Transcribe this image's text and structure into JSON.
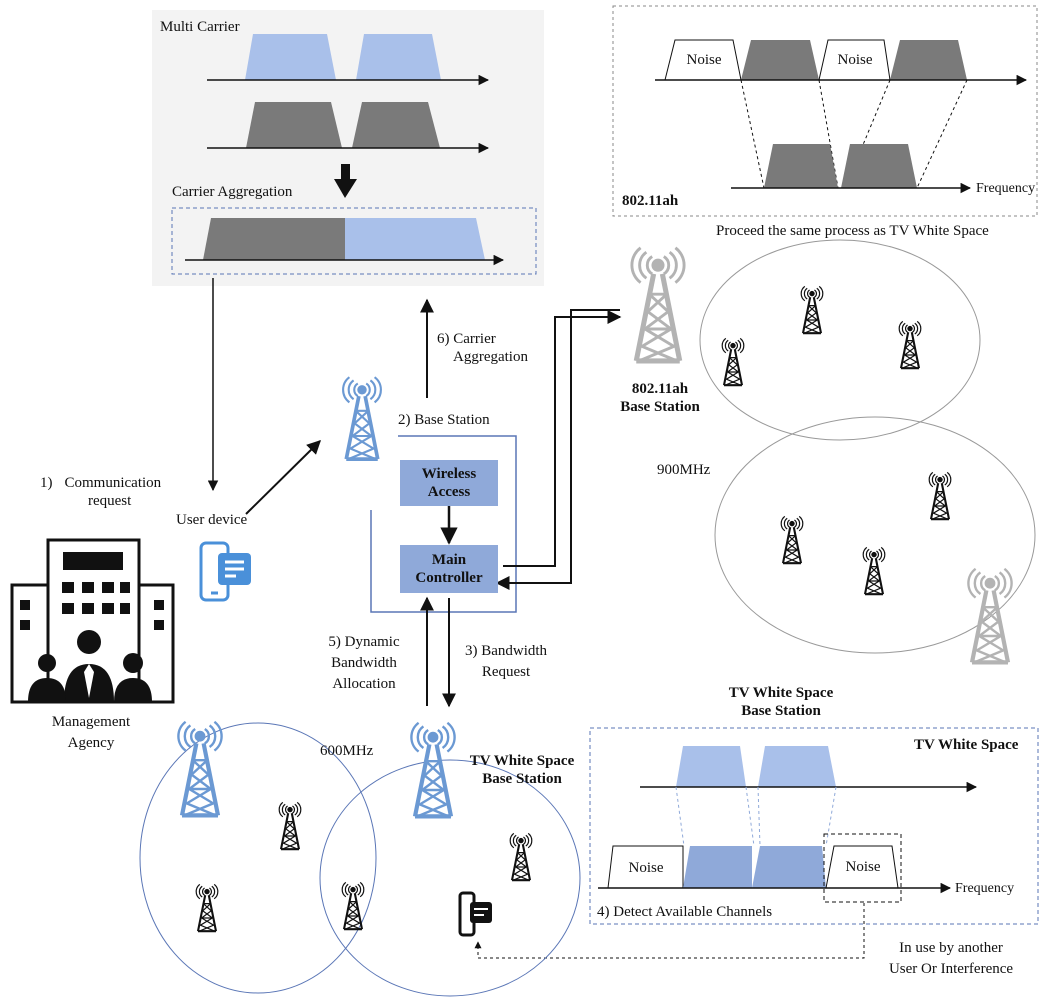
{
  "colors": {
    "blue": "#a9c0ea",
    "gray": "#7a7a7a",
    "accent": "#5a76b6",
    "ctrl": "#8fa9d9",
    "tower_gray": "#b3b3b3",
    "panel_bg": "#f3f3f3"
  },
  "carrier_panel": {
    "multi_carrier": "Multi Carrier",
    "carrier_aggregation": "Carrier Aggregation"
  },
  "ah_panel": {
    "title": "802.11ah",
    "noise_1": "Noise",
    "noise_2": "Noise",
    "frequency": "Frequency",
    "caption": "Proceed the same process as TV White Space"
  },
  "ah_station": {
    "label_line1": "802.11ah",
    "label_line2": "Base Station",
    "band": "900MHz"
  },
  "base_station": {
    "label": "2) Base Station",
    "wireless_line1": "Wireless",
    "wireless_line2": "Access",
    "main_line1": "Main",
    "main_line2": "Controller"
  },
  "steps": {
    "s1_num": "1)",
    "s1_line1": "Communication",
    "s1_line2": "request",
    "s3_line1": "3) Bandwidth",
    "s3_line2": "Request",
    "s4": "4) Detect Available Channels",
    "s5_line1": "5) Dynamic",
    "s5_line2": "Bandwidth",
    "s5_line3": "Allocation",
    "s6_line1": "6) Carrier",
    "s6_line2": "Aggregation"
  },
  "user_device": "User device",
  "agency": {
    "line1": "Management",
    "line2": "Agency"
  },
  "tvws_station": {
    "label_line1": "TV White Space",
    "label_line2": "Base Station",
    "band": "600MHz"
  },
  "tvws_panel": {
    "header_line1": "TV White Space",
    "header_line2": "Base Station",
    "title": "TV White Space",
    "noise_1": "Noise",
    "noise_2": "Noise",
    "frequency": "Frequency"
  },
  "interference": {
    "line1": "In use by another",
    "line2": "User Or Interference"
  }
}
